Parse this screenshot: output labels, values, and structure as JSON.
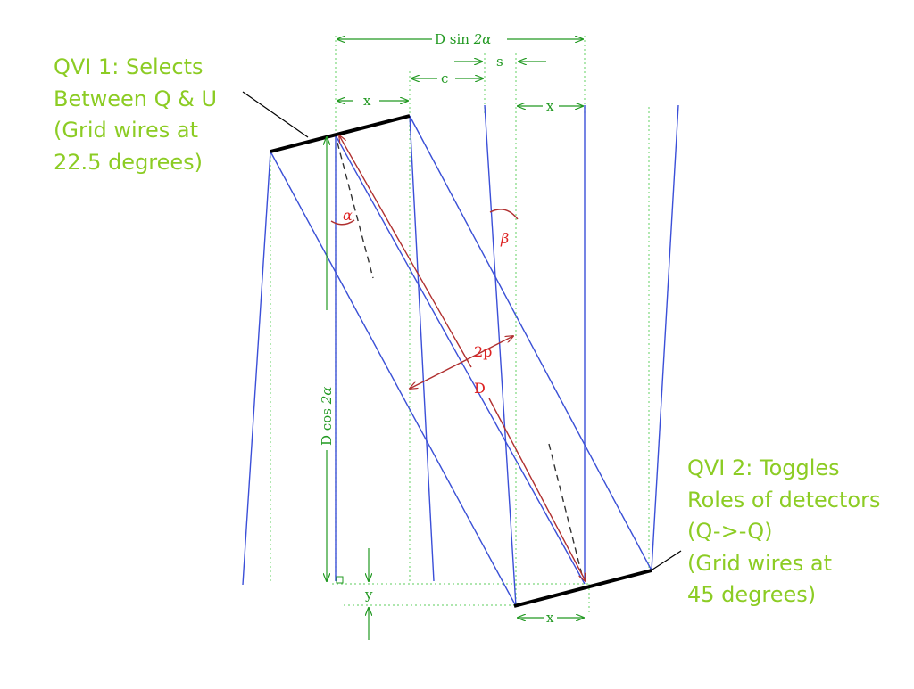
{
  "callouts": {
    "qvi1": [
      "QVI 1: Selects",
      "Between Q & U",
      "(Grid wires at",
      "22.5 degrees)"
    ],
    "qvi2": [
      "QVI 2: Toggles",
      "Roles of detectors",
      "(Q->-Q)",
      "(Grid wires at",
      "45 degrees)"
    ]
  },
  "labels": {
    "d_sin": "D sin",
    "two_alpha": "2α",
    "s": "s",
    "c": "c",
    "x": "x",
    "alpha": "α",
    "beta": "β",
    "two_p": "2p",
    "D": "D",
    "d_cos": "D cos",
    "y": "y"
  },
  "colors": {
    "callout_text": "#8ccc24",
    "wires": "#3b4fd8",
    "dimension": "#229922",
    "red_arrows": "#b03030",
    "red_text": "#dd2222",
    "grid_plates": "#000000"
  }
}
